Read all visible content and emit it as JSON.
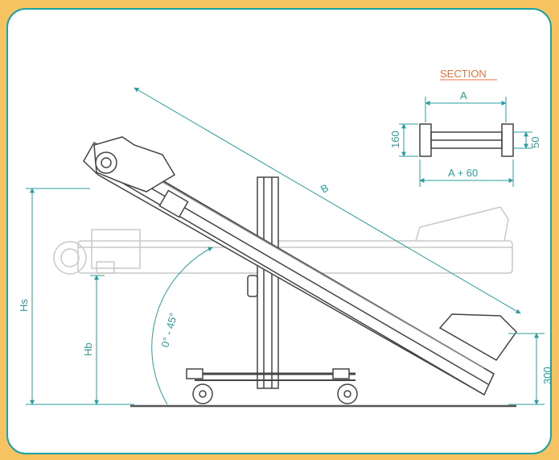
{
  "section": {
    "title": "SECTION",
    "width_label": "A",
    "height_label": "160",
    "side_label": "50",
    "outer_width_label": "A + 60"
  },
  "dimensions": {
    "length_label": "B",
    "hs_label": "Hs",
    "hb_label": "Hb",
    "angle_label": "0° - 45°",
    "tail_height_label": "300"
  },
  "colors": {
    "frame": "#1aa3a3",
    "background": "#f6c262",
    "dimension": "#2a9d9d",
    "section_title": "#e8733a",
    "drawing_line": "#444444"
  }
}
